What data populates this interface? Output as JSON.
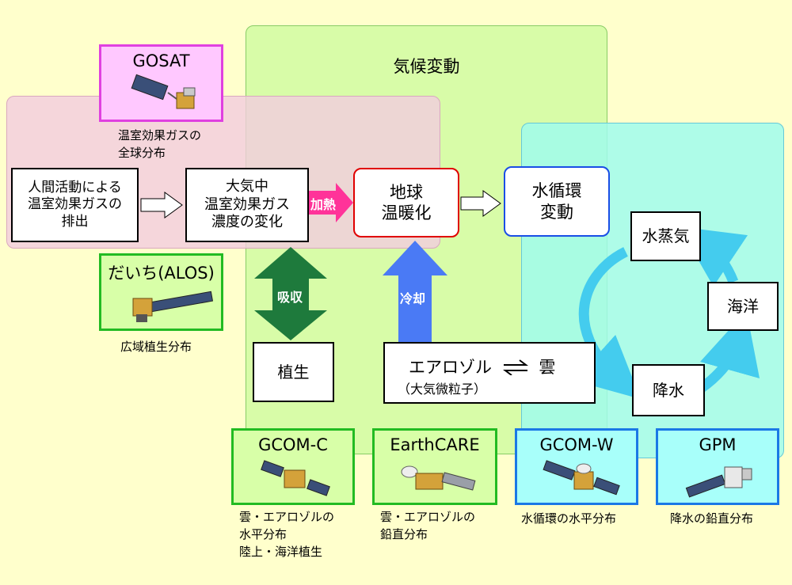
{
  "regions": {
    "climate_change": "気候変動"
  },
  "nodes": {
    "emission": "人間活動による\n温室効果ガスの\n排出",
    "concentration": "大気中\n温室効果ガス\n濃度の変化",
    "warming": "地球\n温暖化",
    "water_cycle": "水循環\n変動",
    "vapor": "水蒸気",
    "ocean": "海洋",
    "precip": "降水",
    "vegetation": "植生",
    "aerosol_main": "エアロゾル",
    "aerosol_cloud": "雲",
    "aerosol_sub": "（大気微粒子）"
  },
  "arrow_labels": {
    "heating": "加熱",
    "absorption": "吸収",
    "cooling": "冷却"
  },
  "satellites": {
    "gosat": {
      "name": "GOSAT",
      "caption": "温室効果ガスの\n全球分布",
      "border": "#e040e0",
      "fill": "#ffc8ff"
    },
    "alos": {
      "name": "だいち(ALOS)",
      "caption": "広域植生分布",
      "border": "#22bb22",
      "fill": "#d8ffa8"
    },
    "gcomc": {
      "name": "GCOM-C",
      "caption": "雲・エアロゾルの\n水平分布\n陸上・海洋植生",
      "border": "#22bb22",
      "fill": "#d8ffa8"
    },
    "earthcare": {
      "name": "EarthCARE",
      "caption": "雲・エアロゾルの\n鉛直分布",
      "border": "#22bb22",
      "fill": "#d8ffa8"
    },
    "gcomw": {
      "name": "GCOM-W",
      "caption": "水循環の水平分布",
      "border": "#1a78e6",
      "fill": "#a8fffa"
    },
    "gpm": {
      "name": "GPM",
      "caption": "降水の鉛直分布",
      "border": "#1a78e6",
      "fill": "#a8fffa"
    }
  },
  "colors": {
    "background": "#ffffcc",
    "climate_region": "#d8fca8",
    "ghg_region": "#f5d8e2",
    "water_region": "#a8fce6",
    "heating_arrow": "#ff3399",
    "absorb_arrow": "#1e7a3c",
    "cool_arrow": "#4a7af5",
    "cycle_arrow": "#44ccee"
  }
}
